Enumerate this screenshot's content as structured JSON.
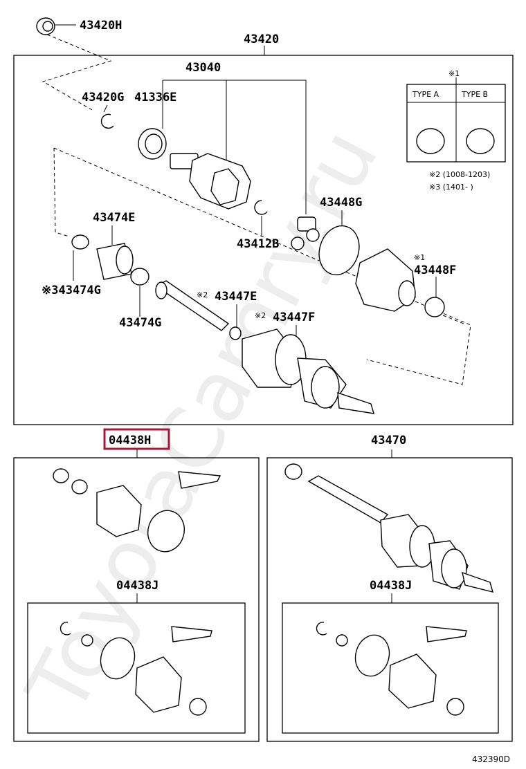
{
  "parts": {
    "p43420H": "43420H",
    "p43420": "43420",
    "p43040": "43040",
    "p43420G": "43420G",
    "p41336E": "41336E",
    "p43474E": "43474E",
    "p43474G_a": "※343474G",
    "p43474G_b": "43474G",
    "p43412B": "43412B",
    "p43448G": "43448G",
    "p43448F": "43448F",
    "p43447E": "43447E",
    "p43447F": "43447F",
    "p04438H": "04438H",
    "p43470": "43470",
    "p04438J_left": "04438J",
    "p04438J_right": "04438J"
  },
  "notes": {
    "star1": "※1",
    "star1b": "※1",
    "star2a": "※2",
    "star2b": "※2",
    "type_a": "TYPE A",
    "type_b": "TYPE B",
    "note2": "※2 (1008-1203)",
    "note3": "※3 (1401-        )"
  },
  "diagram_id": "432390D",
  "watermark": "ToyotaCamry.ru",
  "highlight_color": "#a0183a"
}
